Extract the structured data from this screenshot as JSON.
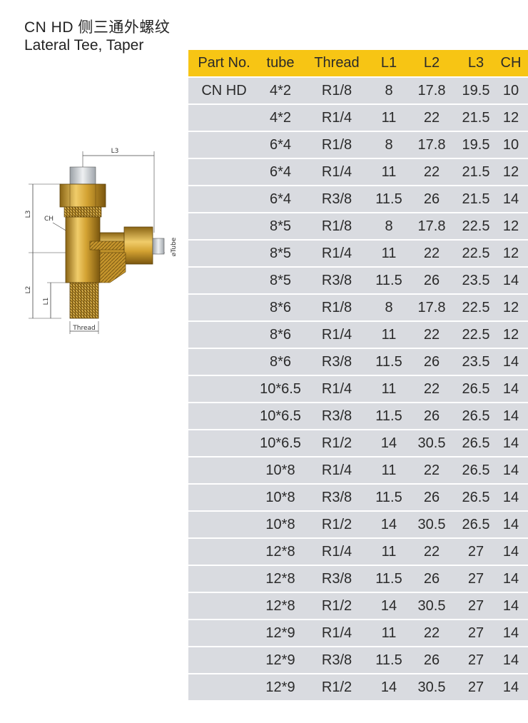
{
  "header": {
    "title_line1": "CN HD  侧三通外螺纹",
    "title_line2": "Lateral Tee, Taper"
  },
  "diagram": {
    "labels": {
      "l3_top": "L3",
      "l3_side": "L3",
      "ch": "CH",
      "l2": "L2",
      "l1": "L1",
      "thread": "Thread",
      "tube": "⌀Tube"
    }
  },
  "table": {
    "headers": [
      "Part No.",
      "tube",
      "Thread",
      "L1",
      "L2",
      "L3",
      "CH"
    ],
    "part_no": "CN HD",
    "rows": [
      [
        "4*2",
        "R1/8",
        "8",
        "17.8",
        "19.5",
        "10"
      ],
      [
        "4*2",
        "R1/4",
        "11",
        "22",
        "21.5",
        "12"
      ],
      [
        "6*4",
        "R1/8",
        "8",
        "17.8",
        "19.5",
        "10"
      ],
      [
        "6*4",
        "R1/4",
        "11",
        "22",
        "21.5",
        "12"
      ],
      [
        "6*4",
        "R3/8",
        "11.5",
        "26",
        "21.5",
        "14"
      ],
      [
        "8*5",
        "R1/8",
        "8",
        "17.8",
        "22.5",
        "12"
      ],
      [
        "8*5",
        "R1/4",
        "11",
        "22",
        "22.5",
        "12"
      ],
      [
        "8*5",
        "R3/8",
        "11.5",
        "26",
        "23.5",
        "14"
      ],
      [
        "8*6",
        "R1/8",
        "8",
        "17.8",
        "22.5",
        "12"
      ],
      [
        "8*6",
        "R1/4",
        "11",
        "22",
        "22.5",
        "12"
      ],
      [
        "8*6",
        "R3/8",
        "11.5",
        "26",
        "23.5",
        "14"
      ],
      [
        "10*6.5",
        "R1/4",
        "11",
        "22",
        "26.5",
        "14"
      ],
      [
        "10*6.5",
        "R3/8",
        "11.5",
        "26",
        "26.5",
        "14"
      ],
      [
        "10*6.5",
        "R1/2",
        "14",
        "30.5",
        "26.5",
        "14"
      ],
      [
        "10*8",
        "R1/4",
        "11",
        "22",
        "26.5",
        "14"
      ],
      [
        "10*8",
        "R3/8",
        "11.5",
        "26",
        "26.5",
        "14"
      ],
      [
        "10*8",
        "R1/2",
        "14",
        "30.5",
        "26.5",
        "14"
      ],
      [
        "12*8",
        "R1/4",
        "11",
        "22",
        "27",
        "14"
      ],
      [
        "12*8",
        "R3/8",
        "11.5",
        "26",
        "27",
        "14"
      ],
      [
        "12*8",
        "R1/2",
        "14",
        "30.5",
        "27",
        "14"
      ],
      [
        "12*9",
        "R1/4",
        "11",
        "22",
        "27",
        "14"
      ],
      [
        "12*9",
        "R3/8",
        "11.5",
        "26",
        "27",
        "14"
      ],
      [
        "12*9",
        "R1/2",
        "14",
        "30.5",
        "27",
        "14"
      ]
    ]
  },
  "colors": {
    "header_bg": "#f7c514",
    "row_bg": "#d9dbe0",
    "brass": "#d8a93a"
  }
}
